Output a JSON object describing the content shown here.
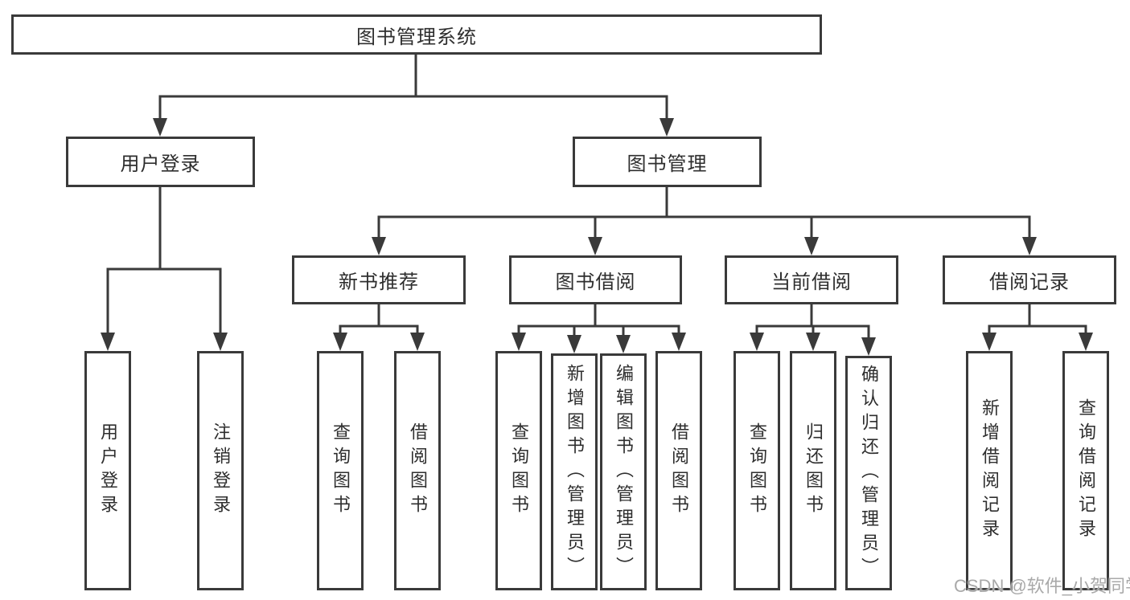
{
  "diagram": {
    "root_label": "图书管理系统",
    "branches": [
      {
        "id": "user-login",
        "label": "用户登录",
        "children": [
          {
            "label": "用户登录"
          },
          {
            "label": "注销登录"
          }
        ]
      },
      {
        "id": "book-management",
        "label": "图书管理",
        "children": [
          {
            "label": "新书推荐",
            "children": [
              {
                "label": "查询图书"
              },
              {
                "label": "借阅图书"
              }
            ]
          },
          {
            "label": "图书借阅",
            "children": [
              {
                "label": "查询图书"
              },
              {
                "label": "新增图书（管理员）"
              },
              {
                "label": "编辑图书（管理员）"
              },
              {
                "label": "借阅图书"
              }
            ]
          },
          {
            "label": "当前借阅",
            "children": [
              {
                "label": "查询图书"
              },
              {
                "label": "归还图书"
              },
              {
                "label": "确认归还（管理员）"
              }
            ]
          },
          {
            "label": "借阅记录",
            "children": [
              {
                "label": "新增借阅记录"
              },
              {
                "label": "查询借阅记录"
              }
            ]
          }
        ]
      }
    ],
    "watermark": "CSDN @软件_小贺同学"
  },
  "colors": {
    "line": "#3a3a3a",
    "box_border": "#3a3a3a",
    "box_fill": "#ffffff",
    "text": "#2e2e2e",
    "watermark": "#a9a9a9"
  }
}
